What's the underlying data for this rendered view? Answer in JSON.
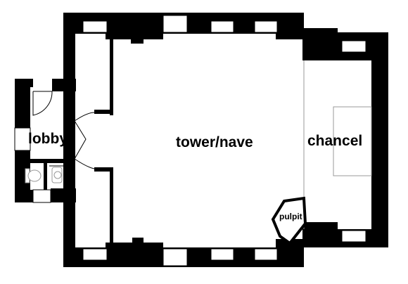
{
  "rooms": {
    "lobby": "lobby",
    "nave": "tower/nave",
    "chancel": "chancel",
    "pulpit": "pulpit"
  },
  "colors": {
    "wall": "#000000",
    "floor": "#ffffff",
    "fixture_line": "#999999"
  }
}
